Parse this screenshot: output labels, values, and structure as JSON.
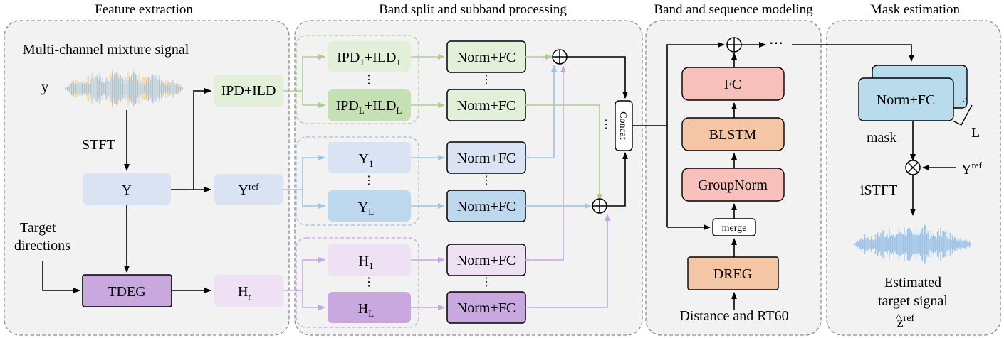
{
  "sections": {
    "feature": "Feature extraction",
    "band": "Band split and subband processing",
    "seq": "Band and sequence modeling",
    "mask": "Mask estimation"
  },
  "feature": {
    "input_label": "Multi-channel mixture signal",
    "y_label": "y",
    "stft_label": "STFT",
    "Y_box": "Y",
    "ipd_box": "IPD+ILD",
    "yref_base": "Y",
    "yref_sup": "ref",
    "target_dir_line1": "Target",
    "target_dir_line2": "directions",
    "tdeg_box": "TDEG",
    "ht_base": "H",
    "ht_sub": "t"
  },
  "band": {
    "ipd_first_a": "IPD",
    "ipd_first_sub_a": "1",
    "ipd_first_b": "+ILD",
    "ipd_first_sub_b": "1",
    "ipd_last_a": "IPD",
    "ipd_last_sub_a": "L",
    "ipd_last_b": "+ILD",
    "ipd_last_sub_b": "L",
    "y_base": "Y",
    "sub_first": "1",
    "sub_last": "L",
    "h_base": "H",
    "norm_fc": "Norm+FC",
    "concat": "Concat"
  },
  "seq": {
    "fc": "FC",
    "blstm": "BLSTM",
    "groupnorm": "GroupNorm",
    "merge": "merge",
    "dreg": "DREG",
    "bottom_label": "Distance and RT60"
  },
  "mask": {
    "norm_fc": "Norm+FC",
    "l_label": "L",
    "mask_label": "mask",
    "yref_base": "Y",
    "yref_sup": "ref",
    "istft_label": "iSTFT",
    "est_line1": "Estimated",
    "est_line2": "target signal",
    "zref_base": "z",
    "zref_sup": "ref"
  },
  "colors": {
    "panel_bg": "#f2f2f2",
    "green_light": "#e2efd9",
    "green_mid": "#c5e0b3",
    "blue_light": "#dae3f3",
    "blue_mid": "#bdd7ee",
    "purple_light": "#ede1f3",
    "purple_mid": "#c9a8e0",
    "red": "#f8c0bb",
    "orange": "#f5c6a5",
    "cyan": "#b9dced",
    "green_line": "#a9d18e",
    "blue_line": "#9dc3e6",
    "purple_line": "#c5a5e6",
    "wave_blue": "#9dc3e6",
    "wave_orange": "#f4d49a"
  }
}
